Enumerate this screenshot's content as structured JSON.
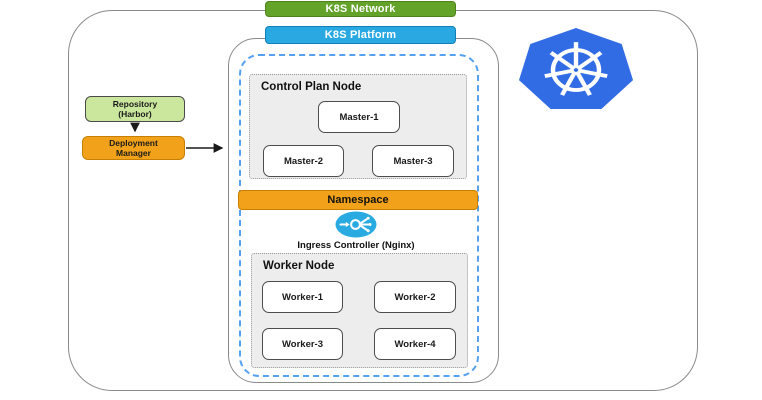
{
  "banners": {
    "network": "K8S Network",
    "platform": "K8S Platform"
  },
  "pipeline": {
    "repository": "Repository\n(Harbor)",
    "deployment_manager": "Deployment\nManager"
  },
  "control_plane": {
    "title": "Control Plan Node",
    "nodes": [
      "Master-1",
      "Master-2",
      "Master-3"
    ]
  },
  "namespace": {
    "label": "Namespace"
  },
  "ingress": {
    "label": "Ingress Controller (Nginx)"
  },
  "worker": {
    "title": "Worker Node",
    "nodes": [
      "Worker-1",
      "Worker-2",
      "Worker-3",
      "Worker-4"
    ]
  },
  "icons": {
    "kubernetes": "kubernetes-helm-logo",
    "ingress": "ingress-controller-icon"
  },
  "colors": {
    "network_banner_green": "#64a32a",
    "platform_banner_blue": "#29a8e2",
    "accent_orange": "#f2a21a",
    "repository_green": "#cbe79e",
    "panel_gray": "#ededed",
    "dashed_boundary_blue": "#55a1f0",
    "kubernetes_blue": "#326ce5",
    "ingress_cyan": "#29abe2"
  }
}
